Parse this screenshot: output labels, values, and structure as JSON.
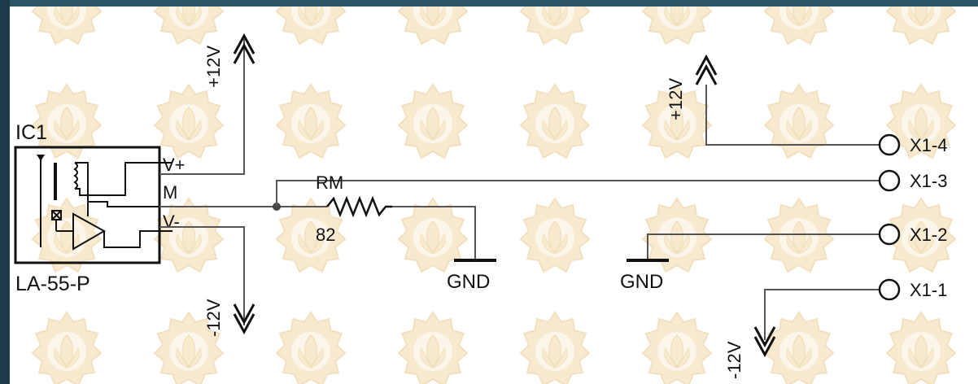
{
  "colors": {
    "background_frame": "#1e3d4e",
    "canvas": "#ffffff",
    "wire": "#555555",
    "ink": "#111111",
    "watermark_gold": "#f3d9a8",
    "watermark_outline": "#e8c88a"
  },
  "watermark": {
    "icon": "its-logo-watermark"
  },
  "ic": {
    "ref": "IC1",
    "part": "LA-55-P",
    "pins": {
      "vplus": "V+",
      "m": "M",
      "vminus": "V-"
    }
  },
  "resistor": {
    "ref": "RM",
    "value": "82"
  },
  "power": {
    "left_pos": "+12V",
    "left_neg": "-12V",
    "right_pos": "+12V",
    "right_neg": "-12V"
  },
  "grounds": {
    "g1": "GND",
    "g2": "GND"
  },
  "connector": {
    "x4": "X1-4",
    "x3": "X1-3",
    "x2": "X1-2",
    "x1": "X1-1"
  }
}
